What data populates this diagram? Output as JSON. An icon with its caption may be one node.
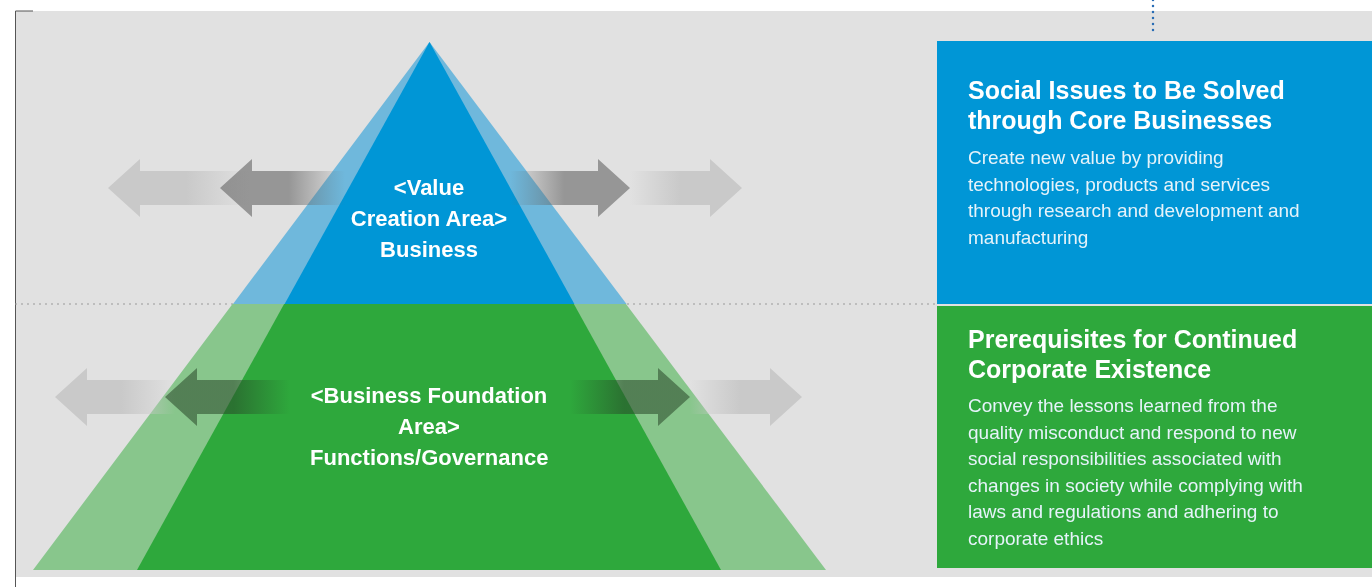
{
  "diagram": {
    "nodes": [
      {
        "text": [
          "<Value Creation Area> Business"
        ]
      },
      {
        "text": [
          "<Business Foundation Area> Functions/Governance"
        ]
      },
      {
        "text": [
          "Social Issues to Be Solved through Core Businesses",
          "Create new value by providing technologies, products and services through research and development and manufacturing"
        ]
      },
      {
        "text": [
          "Prerequisites for Continued Corporate Existence",
          "Convey the lessons learned from the quality misconduct and respond to new social responsibilities associated with changes in society while complying with laws and regulations and adhering to corporate ethics"
        ]
      }
    ]
  }
}
